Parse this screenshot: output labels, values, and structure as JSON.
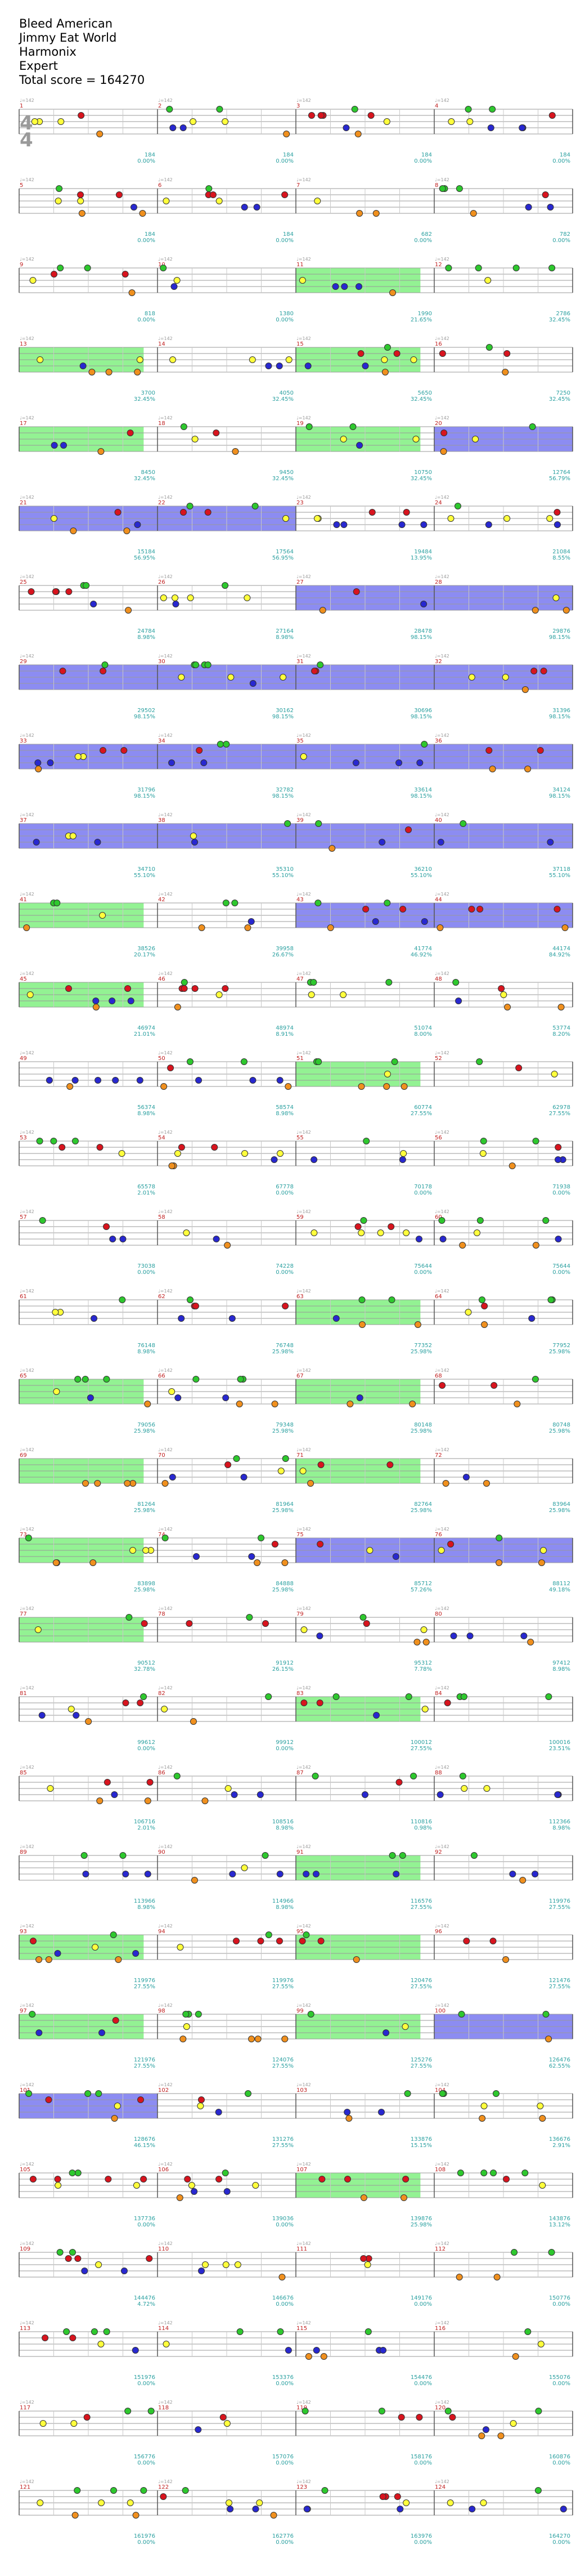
{
  "header": {
    "song": "Bleed American",
    "artist": "Jimmy Eat World",
    "source": "Harmonix",
    "difficulty": "Expert",
    "total_score": "Total score = 164270"
  },
  "time_signature": {
    "top": "4",
    "bottom": "4"
  },
  "tempo_label": "♩=142",
  "colors": {
    "green": "#2ec82e",
    "red": "#d8141e",
    "yellow": "#ffff3c",
    "blue": "#2828d0",
    "orange": "#f0901e",
    "overdrive_fill": "#7878f0",
    "solo_fill": "#80f080",
    "score_text": "#2aa0a0",
    "pct_text": "#2aa0a0",
    "measure_num": "#c02020"
  },
  "rows": [
    {
      "m": [
        1,
        2,
        3,
        4
      ],
      "s": [
        "",
        "",
        "",
        ""
      ],
      "p": [
        "",
        "",
        "",
        ""
      ],
      "sc": [
        "184",
        "184",
        "184",
        "184"
      ],
      "pc": [
        "0.00%",
        "0.00%",
        "0.00%",
        "0.00%"
      ],
      "d": "notes-a"
    },
    {
      "m": [
        5,
        6,
        7,
        8
      ],
      "sc": [
        "184",
        "184",
        "682",
        "782"
      ],
      "pc": [
        "0.00%",
        "0.00%",
        "0.00%",
        "0.00%"
      ]
    },
    {
      "m": [
        9,
        10,
        11,
        12
      ],
      "sc": [
        "818",
        "1380",
        "1990",
        "2786"
      ],
      "pc": [
        "0.00%",
        "0.00%",
        "21.65%",
        "32.45%"
      ]
    },
    {
      "m": [
        13,
        14,
        15,
        16
      ],
      "sc": [
        "3700",
        "4050",
        "5650",
        "7250"
      ],
      "pc": [
        "32.45%",
        "32.45%",
        "32.45%",
        "32.45%"
      ]
    },
    {
      "m": [
        17,
        18,
        19,
        20
      ],
      "sc": [
        "8450",
        "9450",
        "10750",
        "12764"
      ],
      "pc": [
        "32.45%",
        "32.45%",
        "32.45%",
        "56.79%"
      ]
    },
    {
      "m": [
        21,
        22,
        23,
        24
      ],
      "sc": [
        "15184",
        "17564",
        "19484",
        "21084"
      ],
      "pc": [
        "56.95%",
        "56.95%",
        "13.95%",
        "8.55%"
      ]
    },
    {
      "m": [
        25,
        26,
        27,
        28
      ],
      "sc": [
        "24784",
        "27164",
        "28478",
        "29876"
      ],
      "pc": [
        "8.98%",
        "8.98%",
        "98.15%",
        "98.15%"
      ]
    },
    {
      "m": [
        29,
        30,
        31,
        32
      ],
      "sc": [
        "29502",
        "30162",
        "30696",
        "31396"
      ],
      "pc": [
        "98.15%",
        "98.15%",
        "98.15%",
        "98.15%"
      ]
    },
    {
      "m": [
        33,
        34,
        35,
        36
      ],
      "sc": [
        "31796",
        "32782",
        "33614",
        "34124"
      ],
      "pc": [
        "98.15%",
        "98.15%",
        "98.15%",
        "98.15%"
      ]
    },
    {
      "m": [
        37,
        38,
        39,
        40
      ],
      "sc": [
        "34710",
        "35310",
        "36210",
        "37118"
      ],
      "pc": [
        "55.10%",
        "55.10%",
        "55.10%",
        "55.10%"
      ]
    },
    {
      "m": [
        41,
        42,
        43,
        44
      ],
      "sc": [
        "38526",
        "39958",
        "41774",
        "44174"
      ],
      "pc": [
        "20.17%",
        "26.67%",
        "46.92%",
        "84.92%"
      ]
    },
    {
      "m": [
        45,
        46,
        47,
        48
      ],
      "sc": [
        "46974",
        "48974",
        "51074",
        "53774"
      ],
      "pc": [
        "21.01%",
        "8.91%",
        "8.00%",
        "8.20%"
      ]
    },
    {
      "m": [
        49,
        50,
        51,
        52
      ],
      "sc": [
        "56374",
        "58574",
        "60774",
        "62978"
      ],
      "pc": [
        "8.98%",
        "8.98%",
        "27.55%",
        "27.55%"
      ]
    },
    {
      "m": [
        53,
        54,
        55,
        56
      ],
      "sc": [
        "65578",
        "67778",
        "70178",
        "71938"
      ],
      "pc": [
        "2.01%",
        "0.00%",
        "0.00%",
        "0.00%"
      ]
    },
    {
      "m": [
        57,
        58,
        59,
        60
      ],
      "sc": [
        "73038",
        "74228",
        "75644",
        "75644"
      ],
      "pc": [
        "0.00%",
        "0.00%",
        "0.00%",
        "0.00%"
      ]
    },
    {
      "m": [
        61,
        62,
        63,
        64
      ],
      "sc": [
        "76148",
        "76748",
        "77352",
        "77952"
      ],
      "pc": [
        "8.98%",
        "25.98%",
        "25.98%",
        "25.98%"
      ]
    },
    {
      "m": [
        65,
        66,
        67,
        68
      ],
      "sc": [
        "79056",
        "79348",
        "80148",
        "80748"
      ],
      "pc": [
        "25.98%",
        "25.98%",
        "25.98%",
        "25.98%"
      ]
    },
    {
      "m": [
        69,
        70,
        71,
        72
      ],
      "sc": [
        "81264",
        "81964",
        "82764",
        "83964"
      ],
      "pc": [
        "25.98%",
        "25.98%",
        "25.98%",
        "25.98%"
      ]
    },
    {
      "m": [
        73,
        74,
        75,
        76
      ],
      "sc": [
        "83898",
        "84888",
        "85712",
        "88112"
      ],
      "pc": [
        "25.98%",
        "25.98%",
        "57.26%",
        "49.18%"
      ]
    },
    {
      "m": [
        77,
        78,
        79,
        80
      ],
      "sc": [
        "90512",
        "91912",
        "95312",
        "97412"
      ],
      "pc": [
        "32.78%",
        "26.15%",
        "7.78%",
        "8.98%"
      ]
    },
    {
      "m": [
        81,
        82,
        83,
        84
      ],
      "sc": [
        "99612",
        "99912",
        "100012",
        "100016"
      ],
      "pc": [
        "0.00%",
        "0.00%",
        "27.55%",
        "23.51%"
      ]
    },
    {
      "m": [
        85,
        86,
        87,
        88
      ],
      "sc": [
        "106716",
        "108516",
        "110816",
        "112366"
      ],
      "pc": [
        "2.01%",
        "8.98%",
        "0.98%",
        "8.98%"
      ]
    },
    {
      "m": [
        89,
        90,
        91,
        92
      ],
      "sc": [
        "113966",
        "114966",
        "116576",
        "119976"
      ],
      "pc": [
        "8.98%",
        "8.98%",
        "27.55%",
        "27.55%"
      ]
    },
    {
      "m": [
        93,
        94,
        95,
        96
      ],
      "sc": [
        "119976",
        "119976",
        "120476",
        "121476"
      ],
      "pc": [
        "27.55%",
        "27.55%",
        "27.55%",
        "27.55%"
      ]
    },
    {
      "m": [
        97,
        98,
        99,
        100
      ],
      "sc": [
        "121976",
        "124076",
        "125276",
        "126476"
      ],
      "pc": [
        "27.55%",
        "27.55%",
        "27.55%",
        "62.55%"
      ]
    },
    {
      "m": [
        101,
        102,
        103,
        104
      ],
      "sc": [
        "128676",
        "131276",
        "133876",
        "136676"
      ],
      "pc": [
        "46.15%",
        "27.55%",
        "15.15%",
        "2.91%"
      ]
    },
    {
      "m": [
        105,
        106,
        107,
        108
      ],
      "sc": [
        "137736",
        "139036",
        "139876",
        "143876"
      ],
      "pc": [
        "0.00%",
        "0.00%",
        "25.98%",
        "13.12%"
      ]
    },
    {
      "m": [
        109,
        110,
        111,
        112
      ],
      "sc": [
        "144476",
        "146676",
        "149176",
        "150776"
      ],
      "pc": [
        "4.72%",
        "0.00%",
        "0.00%",
        "0.00%"
      ]
    },
    {
      "m": [
        113,
        114,
        115,
        116
      ],
      "sc": [
        "151976",
        "153376",
        "154476",
        "155076"
      ],
      "pc": [
        "0.00%",
        "0.00%",
        "0.00%",
        "0.00%"
      ]
    },
    {
      "m": [
        117,
        118,
        119,
        120
      ],
      "sc": [
        "156776",
        "157076",
        "158176",
        "160876"
      ],
      "pc": [
        "0.00%",
        "0.00%",
        "0.00%",
        "0.00%"
      ]
    },
    {
      "m": [
        121,
        122,
        123,
        124
      ],
      "sc": [
        "161976",
        "162776",
        "163976",
        "164270"
      ],
      "pc": [
        "0.00%",
        "0.00%",
        "0.00%",
        "0.00%"
      ]
    }
  ]
}
